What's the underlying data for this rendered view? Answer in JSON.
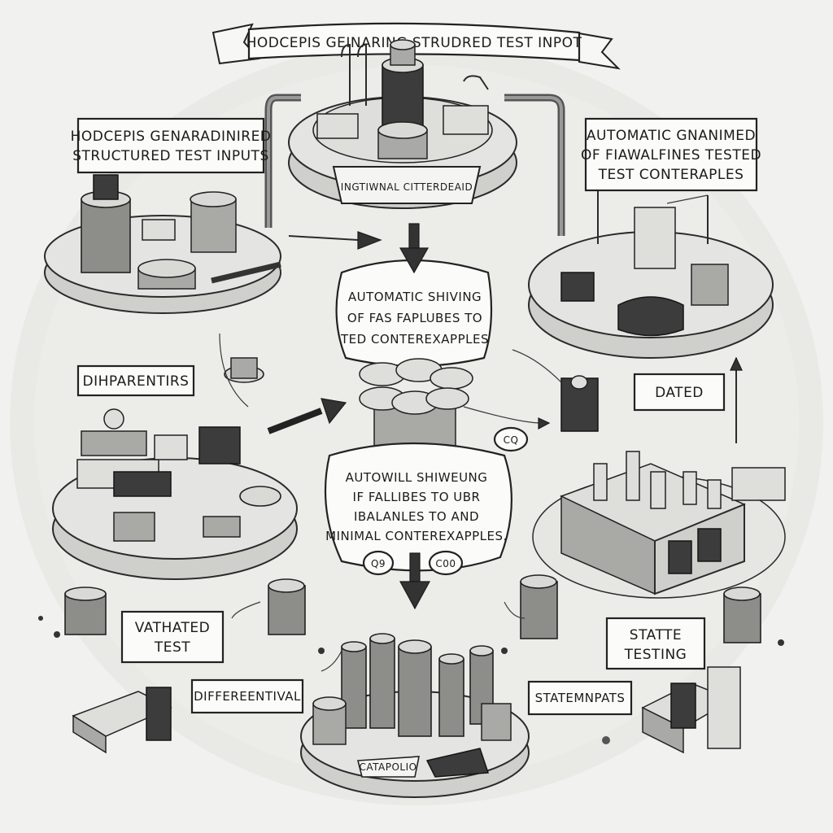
{
  "banner": {
    "title": "HODCEPIS GEINARING STRUDRED TEST INPOT"
  },
  "top_center": {
    "plaque": "INGTIWNAL CITTERDEAID"
  },
  "labels": {
    "top_left": [
      "HODCEPIS GENARADINIRED",
      "STRUCTURED TEST INPUTS"
    ],
    "top_right": [
      "AUTOMATIC GNANIMED",
      "OF FIAWALFINES TESTED",
      "TEST CONTERAPLES"
    ],
    "center_upper": [
      "AUTOMATIC SHIVING",
      "OF FAS FAPLUBES TO",
      "TED CONTEREXAPPLES"
    ],
    "center_lower": [
      "AUTOWILL SHIWEUNG",
      "IF FALLIBES TO UBR",
      "IBALANLES TO AND",
      "MINIMAL CONTEREXAPPLES."
    ],
    "left_mid": "DIHPARENTIRS",
    "right_mid": "DATED",
    "bottom_left_1": [
      "VATHATED",
      "TEST"
    ],
    "bottom_left_2": "DIFFEREENTIVAL",
    "bottom_right_1": [
      "STATTE",
      "TESTING"
    ],
    "bottom_right_2": "STATEMNPATS",
    "bottom_center_plaque": "CATAPOLIO",
    "small_bubble_1": "Q9",
    "small_bubble_2": "C00",
    "small_bubble_3": "CQ"
  }
}
